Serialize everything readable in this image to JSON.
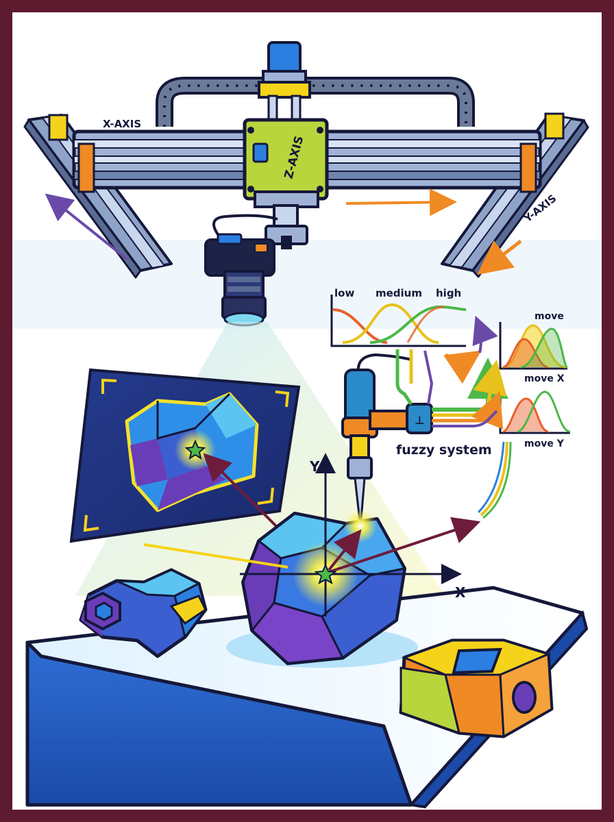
{
  "labels": {
    "x_axis": "X-AXIS",
    "y_axis": "Y-AXIS",
    "z_axis": "Z-AXIS",
    "coord_x": "X",
    "coord_y": "Y",
    "fuzzy_system": "fuzzy system"
  },
  "input_membership": {
    "sets": [
      "low",
      "medium",
      "high"
    ],
    "colors": [
      "#e8602a",
      "#e8c21c",
      "#4cb848"
    ]
  },
  "output_membership": {
    "move": "move",
    "move_x": "move X",
    "move_y": "move Y"
  },
  "colors": {
    "frame": "#5e1a2e",
    "outline": "#15183a",
    "rail": "#8fa3c8",
    "carriage": "#b9d53c",
    "accent_orange": "#f08a24",
    "accent_yellow": "#f5d31a",
    "object_blue": "#2b7fe0",
    "object_purple": "#6a3db8",
    "arrow_maroon": "#6e1c3c",
    "highlight": "#f3ee4a"
  },
  "icons": [
    "camera-icon",
    "star-icon",
    "nozzle-icon"
  ]
}
